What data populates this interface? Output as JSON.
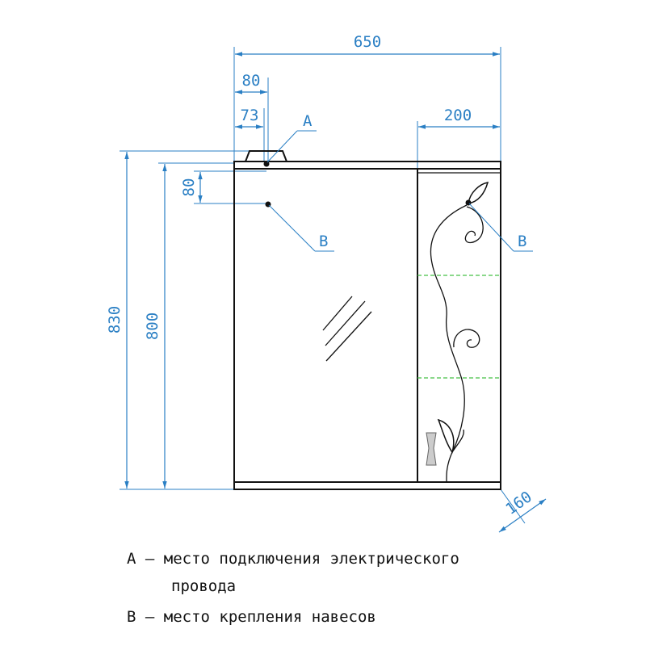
{
  "dimensions": {
    "overall_width": "650",
    "offset_80": "80",
    "offset_73": "73",
    "door_width": "200",
    "vertical_80": "80",
    "total_height": "830",
    "body_height": "800",
    "depth": "160"
  },
  "markers": {
    "a": "A",
    "b_left": "B",
    "b_right": "B"
  },
  "legend": {
    "line1": "А – место подключения электрического",
    "line2": "провода",
    "line3": "В – место крепления навесов"
  },
  "colors": {
    "dimension": "#2a7fc4",
    "outline": "#111111",
    "shelf": "#46c146"
  }
}
